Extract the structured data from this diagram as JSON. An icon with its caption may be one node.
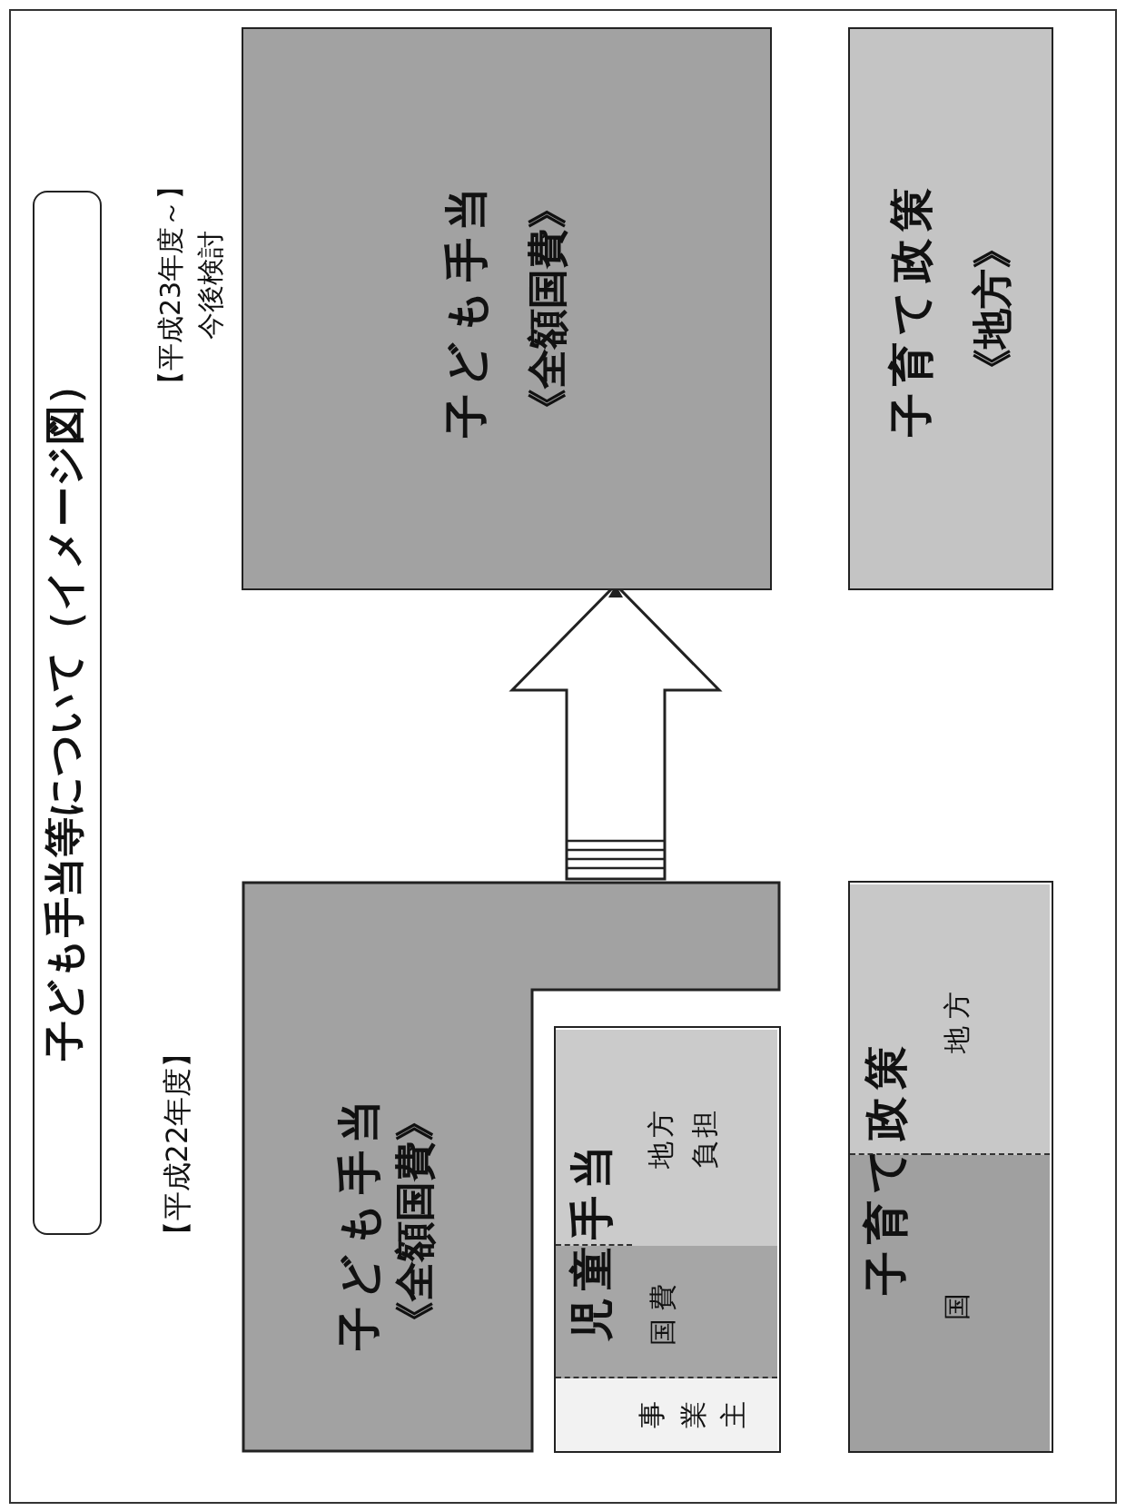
{
  "diagram": {
    "title": "子ども手当等について（イメージ図）",
    "nodes": [
      {
        "text": [
          "子ども手当",
          "《全額国費》"
        ]
      },
      {
        "text": [
          "児童手当"
        ]
      },
      {
        "text": [
          "事業主"
        ],
        "in": 1
      },
      {
        "text": [
          "国費"
        ],
        "in": 1
      },
      {
        "text": [
          "地方負担"
        ],
        "in": 1
      },
      {
        "text": [
          "子育て政策"
        ]
      },
      {
        "text": [
          "国"
        ],
        "in": 5
      },
      {
        "text": [
          "地方"
        ],
        "in": 5
      },
      {
        "text": [
          "子ども手当",
          "《全額国費》"
        ]
      },
      {
        "text": [
          "子育て政策",
          "《地方》"
        ]
      }
    ],
    "edges": [
      {
        "from": 0,
        "to": 8,
        "arrow": "to"
      }
    ],
    "labels": [
      "【平成22年度】",
      "【平成23年度～】",
      "今後検討"
    ]
  }
}
